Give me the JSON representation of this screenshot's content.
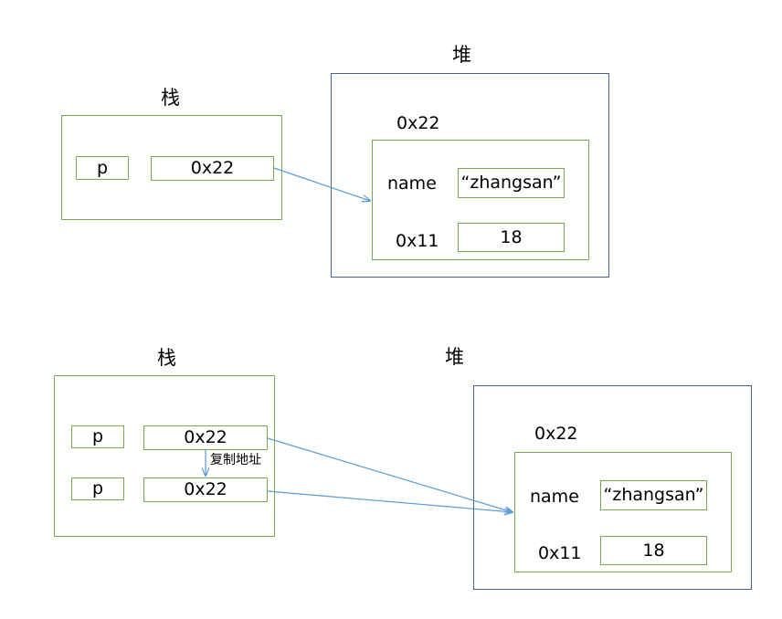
{
  "colors": {
    "stack_border": "#77a950",
    "heap_border": "#41638a",
    "arrow": "#5b9bd5"
  },
  "top": {
    "stack_title": "栈",
    "heap_title": "堆",
    "var_name": "p",
    "var_value": "0x22",
    "object_address": "0x22",
    "field_name_label": "name",
    "field_name_value": "“zhangsan”",
    "field_age_label": "0x11",
    "field_age_value": "18"
  },
  "bottom": {
    "stack_title": "栈",
    "heap_title": "堆",
    "var1_name": "p",
    "var1_value": "0x22",
    "copy_note": "复制地址",
    "var2_name": "p",
    "var2_value": "0x22",
    "object_address": "0x22",
    "field_name_label": "name",
    "field_name_value": "“zhangsan”",
    "field_age_label": "0x11",
    "field_age_value": "18"
  }
}
